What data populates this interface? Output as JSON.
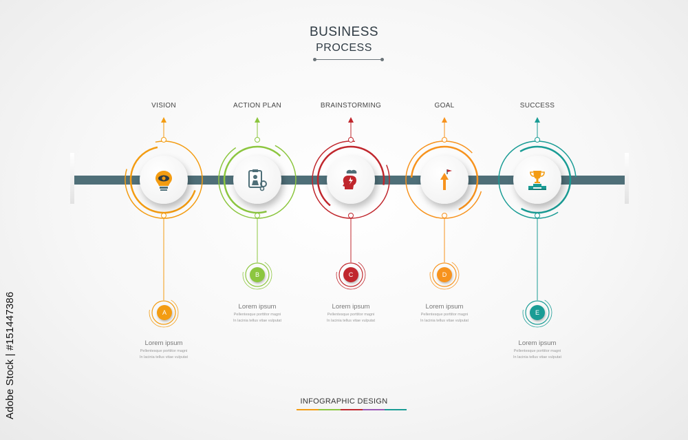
{
  "header": {
    "title_line1": "BUSINESS",
    "title_line2": "PROCESS"
  },
  "stages": [
    {
      "label": "VISION",
      "letter": "A",
      "color": "#f39c12",
      "icon": "idea-eye-icon",
      "text_title": "Lorem ipsum",
      "text_body_1": "Pellentesque porttitor magni",
      "text_body_2": "In lacinia tellus vitae vulputat"
    },
    {
      "label": "ACTION PLAN",
      "letter": "B",
      "color": "#8cc63f",
      "icon": "clipboard-gears-icon",
      "text_title": "Lorem ipsum",
      "text_body_1": "Pellentesque porttitor magni",
      "text_body_2": "In lacinia tellus vitae vulputat"
    },
    {
      "label": "BRAINSTORMING",
      "letter": "C",
      "color": "#c0272d",
      "icon": "head-brainstorm-icon",
      "text_title": "Lorem ipsum",
      "text_body_1": "Pellentesque porttitor magni",
      "text_body_2": "In lacinia tellus vitae vulputat"
    },
    {
      "label": "GOAL",
      "letter": "D",
      "color": "#f7931e",
      "icon": "goal-arrow-flag-icon",
      "text_title": "Lorem ipsum",
      "text_body_1": "Pellentesque porttitor magni",
      "text_body_2": "In lacinia tellus vitae vulputat"
    },
    {
      "label": "SUCCESS",
      "letter": "E",
      "color": "#1a9c95",
      "icon": "trophy-podium-icon",
      "text_title": "Lorem ipsum",
      "text_body_1": "Pellentesque porttitor magni",
      "text_body_2": "In lacinia tellus vitae vulputat"
    }
  ],
  "footer": {
    "title": "INFOGRAPHIC DESIGN",
    "rule_colors": [
      "#f39c12",
      "#8cc63f",
      "#c0272d",
      "#9b59b6",
      "#1a9c95"
    ]
  },
  "watermark": {
    "text": "Adobe Stock | #151447386"
  },
  "timeline_color": "#4f6f78"
}
